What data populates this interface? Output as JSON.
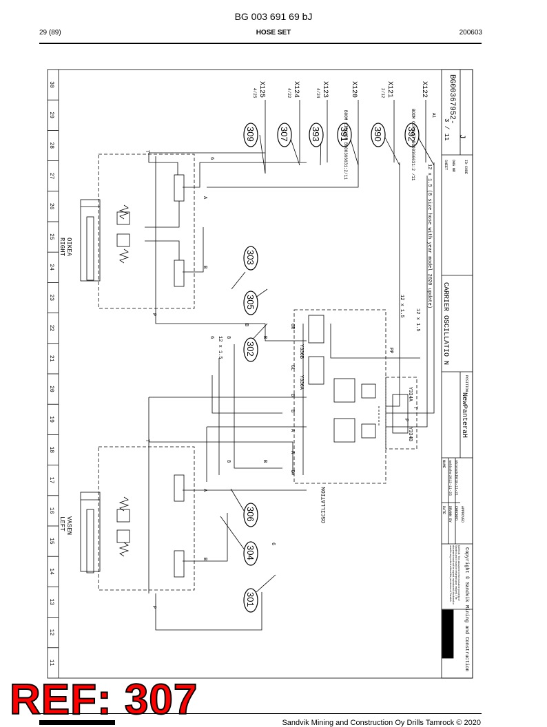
{
  "header": {
    "doc_number": "BG 003 691 69 bJ",
    "page_count": "29 (89)",
    "section_title": "HOSE SET",
    "date_code": "200603"
  },
  "grid": {
    "columns": [
      "30",
      "29",
      "28",
      "27",
      "26",
      "25",
      "24",
      "23",
      "22",
      "21",
      "20",
      "19",
      "18",
      "17",
      "16",
      "15",
      "14",
      "13",
      "12",
      "11"
    ]
  },
  "cylinders": {
    "right": [
      "OIKEA",
      "RIGHT"
    ],
    "left": [
      "VASEN",
      "LEFT"
    ]
  },
  "callouts": [
    "309",
    "307",
    "393",
    "391",
    "390",
    "392",
    "303",
    "305",
    "302",
    "306",
    "304",
    "301"
  ],
  "connectors": [
    {
      "code": "X125",
      "sub": "4/25"
    },
    {
      "code": "X124",
      "sub": "4/22"
    },
    {
      "code": "X123",
      "sub": "4/24"
    },
    {
      "code": "X120",
      "sub": "BOOM CIRCUIT BG00366631:2/11"
    },
    {
      "code": "X121",
      "sub": "2/12"
    },
    {
      "code": "X122",
      "sub": "BOOM CIRCUIT BG00366631:2 /11"
    }
  ],
  "port_labels": {
    "T": "T",
    "P": "P",
    "A": "A",
    "B": "B",
    "PP": "PP",
    "Dr": "Dr",
    "GR": "GR",
    "GL": "GL"
  },
  "valves": [
    "Y336B",
    "Y336A",
    "Y334A",
    "Y334B"
  ],
  "hose_labels": {
    "h6": "6",
    "h8": "8",
    "h12": "12 x 1.5",
    "update": "12 x 1.5 (8 size hose with year model 2020 update)"
  },
  "oscillation_label": "OSCILLATION",
  "title_block": {
    "title": "CARRIER OSCILLATIO N",
    "position_label": "POSITION",
    "position_value": "NewPanteraH",
    "sheet_label": "SHEET",
    "sheet_value": "3 / 11",
    "dwg_label": "DWG NR",
    "dwg_value": "BG00367952-",
    "dwg_rev": "A1",
    "id_label": "ID-CODE",
    "id_value": "J",
    "date_label": "DATE",
    "name_label": "NAME",
    "drawn_label": "DRAWN BY",
    "drawn_date": "2013-11-25",
    "drawn_name": "nekbshe",
    "checked_label": "CHECKED",
    "checked_date": "2018-11-21",
    "checked_name": "ohiesoki",
    "approved_label": "APPROVED",
    "notice": "NOTICE: This document is the exclusive property of Sandvik and it must be returned upon request. The document must not be copied, reproduced, disclosed or used to any extent without the permission of Sandvik.",
    "copyright": "Copyright © Sandvik Mining and Construction",
    "brand": "SANDVIK"
  },
  "ref_stamp": "REF: 307",
  "footer": {
    "text": "Sandvik Mining and Construction Oy Drills Tamrock © 2020"
  }
}
